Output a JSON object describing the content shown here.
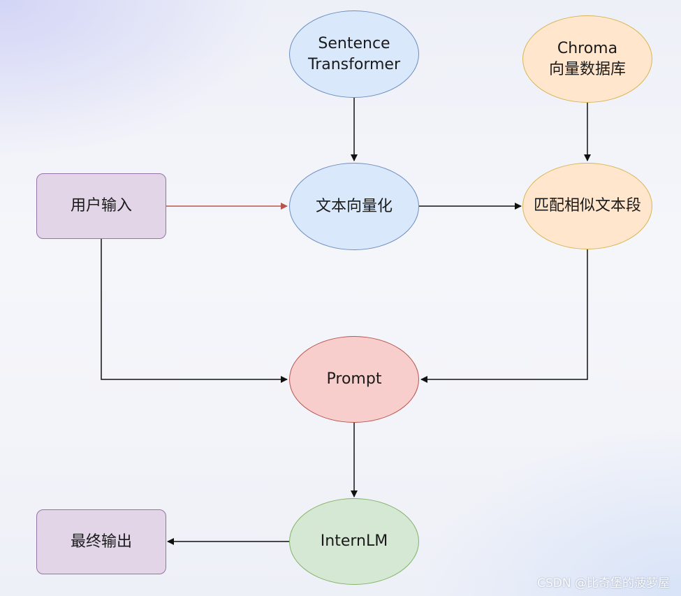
{
  "nodes": {
    "sentence_transformer": "Sentence\nTransformer",
    "chroma": "Chroma\n向量数据库",
    "user_input": "用户输入",
    "vectorize": "文本向量化",
    "match": "匹配相似文本段",
    "prompt": "Prompt",
    "internlm": "InternLM",
    "final_output": "最终输出"
  },
  "colors": {
    "blue_fill": "#dae8fc",
    "orange_fill": "#ffe6cc",
    "red_fill": "#f8cecc",
    "green_fill": "#d5e8d4",
    "purple_fill": "#e1d5e7",
    "edge": "#111111",
    "edge_highlight": "#b85450"
  },
  "edges": [
    {
      "from": "sentence_transformer",
      "to": "vectorize"
    },
    {
      "from": "chroma",
      "to": "match"
    },
    {
      "from": "user_input",
      "to": "vectorize"
    },
    {
      "from": "vectorize",
      "to": "match"
    },
    {
      "from": "user_input",
      "to": "prompt"
    },
    {
      "from": "match",
      "to": "prompt"
    },
    {
      "from": "prompt",
      "to": "internlm"
    },
    {
      "from": "internlm",
      "to": "final_output"
    }
  ],
  "watermark": "CSDN @比奇堡的菠萝屋"
}
